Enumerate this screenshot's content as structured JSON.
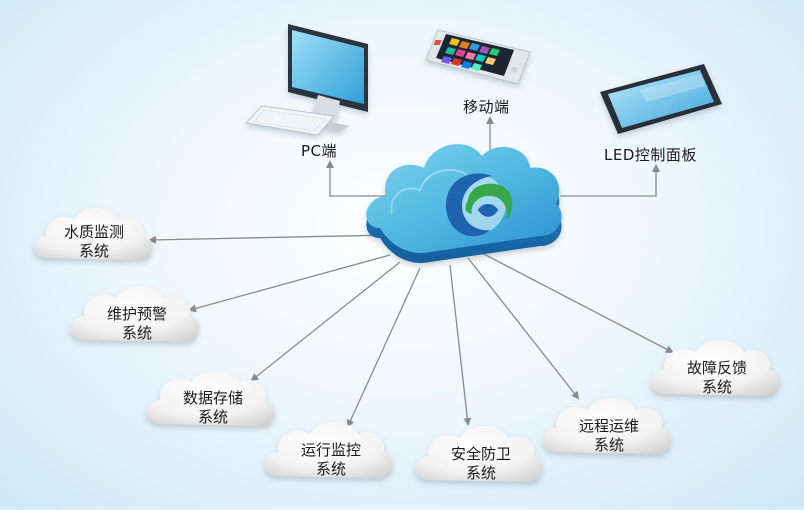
{
  "devices": {
    "pc": {
      "label": "PC端",
      "icon": "desktop-computer-icon"
    },
    "mobile": {
      "label": "移动端",
      "icon": "smartphone-icon"
    },
    "led": {
      "label": "LED控制面板",
      "icon": "tablet-icon"
    }
  },
  "hub": {
    "icon": "cloud-logo-icon"
  },
  "systems": [
    {
      "line1": "水质监测",
      "line2": "系统"
    },
    {
      "line1": "维护预警",
      "line2": "系统"
    },
    {
      "line1": "数据存储",
      "line2": "系统"
    },
    {
      "line1": "运行监控",
      "line2": "系统"
    },
    {
      "line1": "安全防卫",
      "line2": "系统"
    },
    {
      "line1": "远程运维",
      "line2": "系统"
    },
    {
      "line1": "故障反馈",
      "line2": "系统"
    }
  ],
  "colors": {
    "hub_cloud_light": "#5fc3e6",
    "hub_cloud_dark": "#1d7fc6",
    "logo_blue": "#1e63ae",
    "logo_green": "#3aa64a",
    "arrow": "#8a8a8a"
  }
}
